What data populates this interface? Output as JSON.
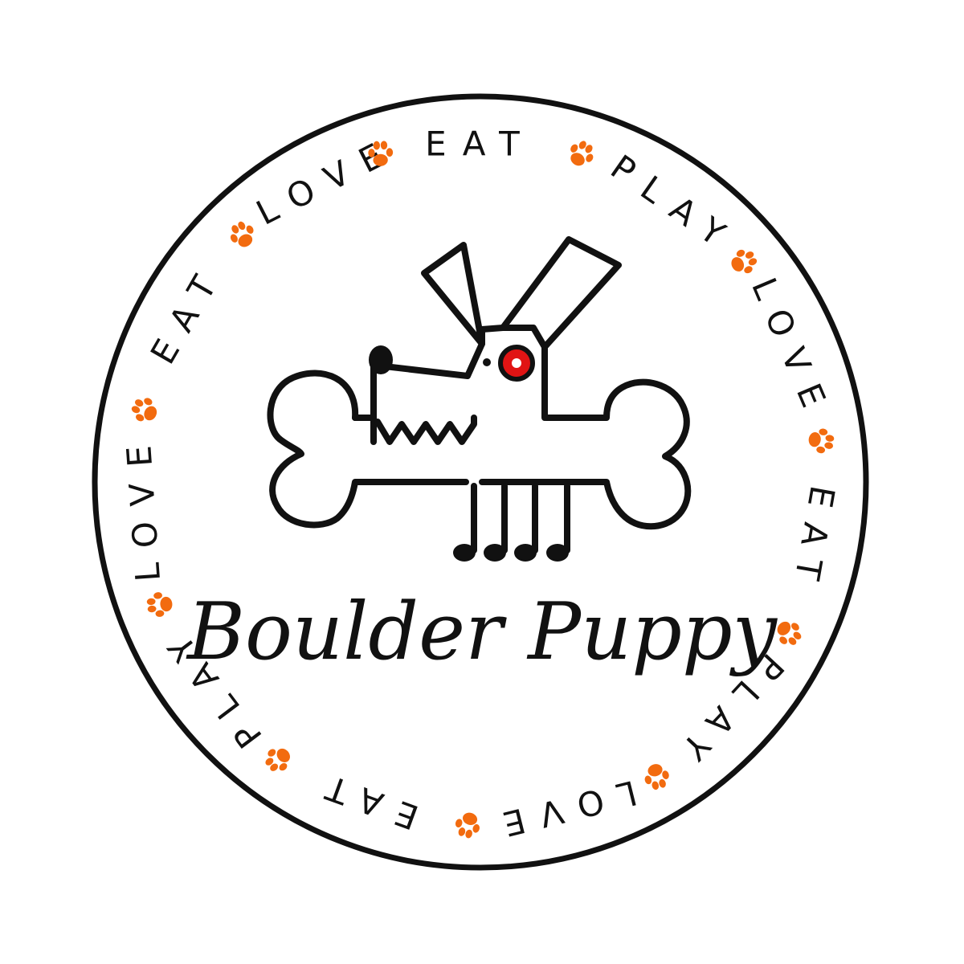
{
  "brand": {
    "name": "Boulder Puppy"
  },
  "ring": {
    "words": [
      "EAT",
      "PLAY",
      "LOVE",
      "EAT",
      "PLAY",
      "LOVE",
      "EAT",
      "PLAY",
      "LOVE",
      "EAT",
      "LOVE"
    ],
    "paw_icon": "paw-print-icon"
  },
  "logo": {
    "mascot_icon": "dog-with-bone-icon"
  },
  "colors": {
    "outline": "#111111",
    "paw": "#f26b0f",
    "eye": "#e11414",
    "background": "#ffffff"
  }
}
